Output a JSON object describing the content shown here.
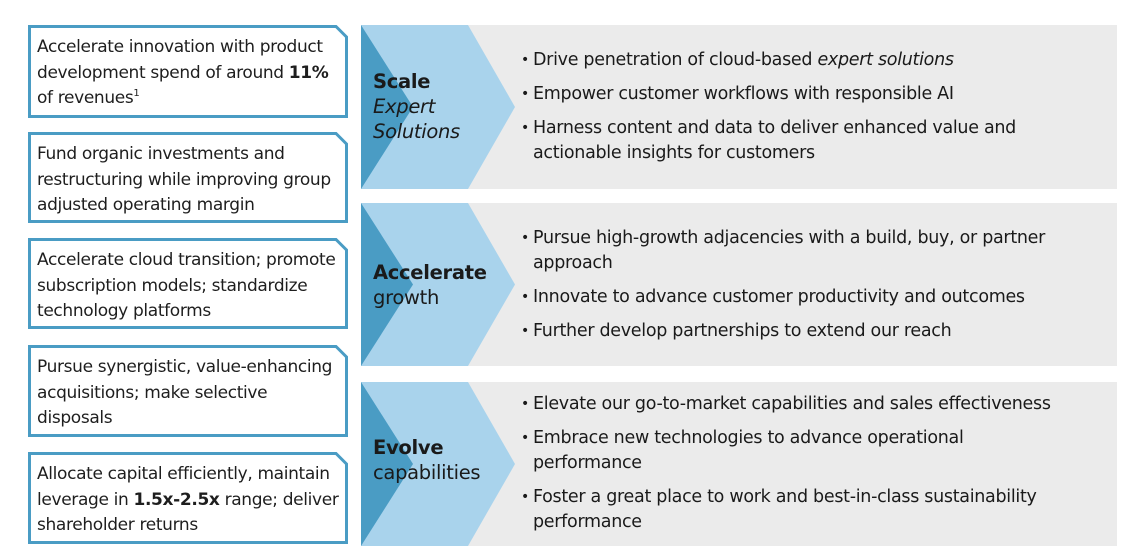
{
  "colors": {
    "box_border": "#4a9cc4",
    "chevron_light": "#a9d3ec",
    "chevron_dark": "#4a9cc4",
    "row_background": "#ebebeb",
    "text": "#1a1a1a"
  },
  "left_boxes": [
    {
      "parts": [
        {
          "t": "Accelerate innovation with product development spend of around "
        },
        {
          "t": "11%",
          "b": true
        },
        {
          "t": " of revenues"
        },
        {
          "t": "1",
          "sup": true
        }
      ]
    },
    {
      "parts": [
        {
          "t": "Fund organic investments and restructuring while improving group adjusted operating margin"
        }
      ]
    },
    {
      "parts": [
        {
          "t": "Accelerate cloud transition; promote subscription models; standardize technology platforms"
        }
      ]
    },
    {
      "parts": [
        {
          "t": "Pursue synergistic, value-enhancing acquisitions; make selective disposals"
        }
      ]
    },
    {
      "parts": [
        {
          "t": "Allocate capital efficiently, maintain leverage in "
        },
        {
          "t": "1.5x-2.5x",
          "b": true
        },
        {
          "t": " range; deliver shareholder returns"
        }
      ]
    }
  ],
  "pillars": [
    {
      "title": "Scale",
      "subtitle": "Expert Solutions",
      "subtitle_italic": true,
      "bullets": [
        [
          {
            "t": "Drive penetration of cloud-based "
          },
          {
            "t": "expert solutions",
            "i": true
          }
        ],
        [
          {
            "t": "Empower customer workflows with responsible AI"
          }
        ],
        [
          {
            "t": "Harness content and data to deliver enhanced value and actionable insights for customers"
          }
        ]
      ]
    },
    {
      "title": "Accelerate",
      "subtitle": "growth",
      "subtitle_italic": false,
      "bullets": [
        [
          {
            "t": "Pursue high-growth adjacencies with a build, buy, or partner approach"
          }
        ],
        [
          {
            "t": "Innovate to advance customer productivity and outcomes"
          }
        ],
        [
          {
            "t": "Further develop partnerships to extend our reach"
          }
        ]
      ]
    },
    {
      "title": "Evolve",
      "subtitle": "capabilities",
      "subtitle_italic": false,
      "bullets": [
        [
          {
            "t": "Elevate our go-to-market capabilities and sales effectiveness"
          }
        ],
        [
          {
            "t": "Embrace new technologies to advance operational performance"
          }
        ],
        [
          {
            "t": "Foster a great place to work and best-in-class sustainability performance"
          }
        ]
      ]
    }
  ]
}
